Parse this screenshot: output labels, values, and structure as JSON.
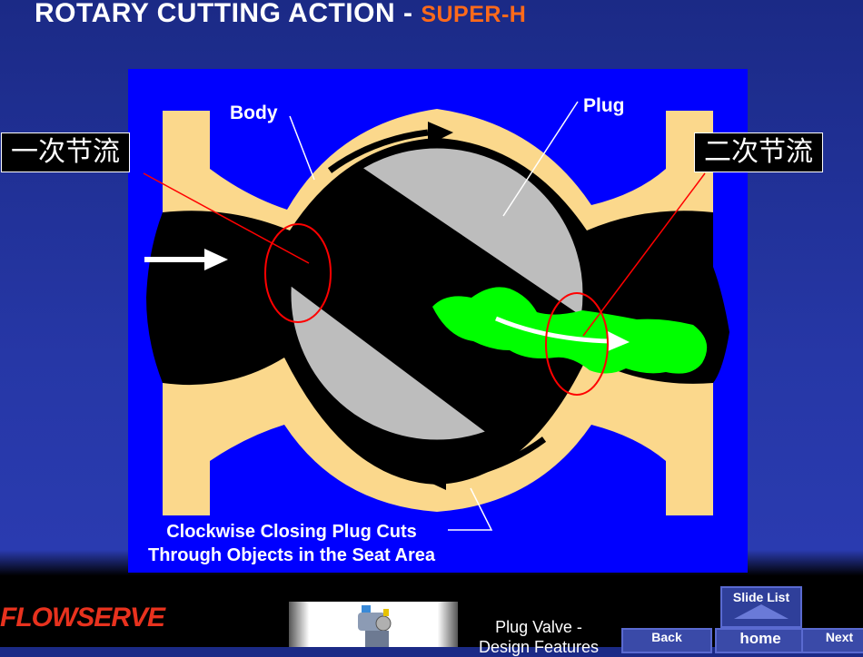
{
  "header": {
    "title_main": "ROTARY CUTTING ACTION - ",
    "title_accent": "SUPER-H"
  },
  "diagram": {
    "labels": {
      "body": "Body",
      "plug": "Plug",
      "caption_line1": "Clockwise Closing Plug Cuts",
      "caption_line2": "Through Objects in the Seat Area"
    },
    "colors": {
      "background": "#0000ff",
      "body": "#fbd88c",
      "plug": "#bdbdbd",
      "flow": "#000000",
      "debris": "#00ff00",
      "annotation": "#ff0000"
    }
  },
  "annotations": {
    "primary_throttling": "一次节流",
    "secondary_throttling": "二次节流"
  },
  "footer": {
    "logo": "FLOWSERVE",
    "deck_title_line1": "Plug Valve -",
    "deck_title_line2": "Design Features",
    "nav": {
      "slide_list": "Slide List",
      "back": "Back",
      "home": "home",
      "next": "Next"
    }
  }
}
